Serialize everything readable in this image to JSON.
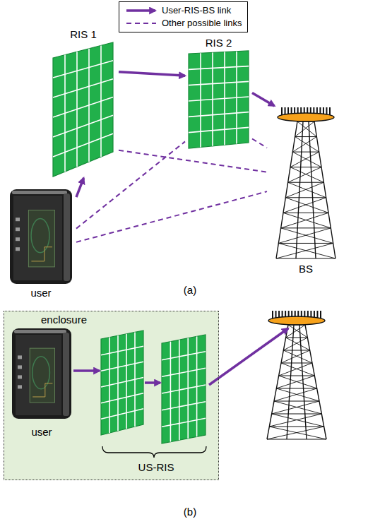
{
  "diagram": {
    "nodes": [
      {
        "text": [
          "RIS 1"
        ]
      },
      {
        "text": [
          "RIS 2"
        ]
      },
      {
        "text": [
          "user"
        ]
      },
      {
        "text": [
          "BS"
        ]
      },
      {
        "text": [
          "enclosure"
        ]
      },
      {
        "text": [
          "user"
        ],
        "in": 4
      },
      {
        "text": [
          "US-RIS"
        ],
        "in": 4
      }
    ],
    "edges": [
      {
        "from": 2,
        "to": 0,
        "arrow": "to"
      },
      {
        "from": 0,
        "to": 1,
        "arrow": "to"
      },
      {
        "from": 1,
        "to": 3,
        "arrow": "to"
      },
      {
        "from": 2,
        "to": 1,
        "arrow": "none"
      },
      {
        "from": 2,
        "to": 3,
        "arrow": "none"
      },
      {
        "from": 0,
        "to": 3,
        "arrow": "none"
      },
      {
        "from": 1,
        "to": 3,
        "arrow": "none"
      },
      {
        "from": 5,
        "to": 6,
        "arrow": "to"
      }
    ],
    "labels": [
      "(a)",
      "(b)"
    ],
    "legend": [
      {
        "text": "User-RIS-BS link"
      },
      {
        "text": "Other possible links"
      }
    ]
  }
}
